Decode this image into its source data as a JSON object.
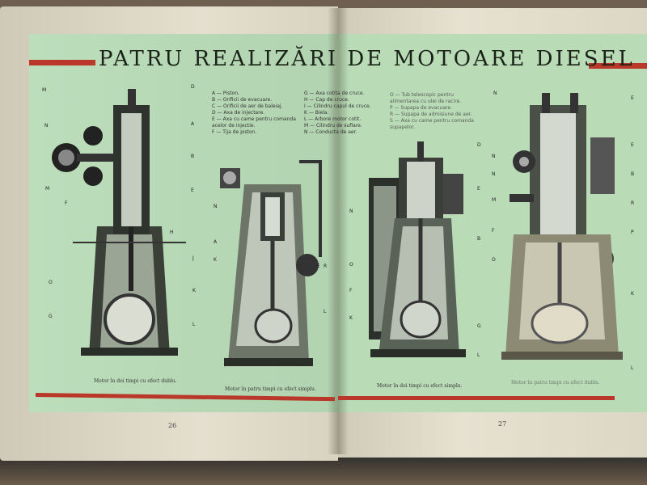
{
  "title": "PATRU REALIZĂRI DE MOTOARE DIESEL",
  "legend_col1": [
    "A — Piston.",
    "B — Orificii de evacuare.",
    "C — Orificii de aer de baleiaj.",
    "D — Axa de injectare.",
    "E — Axa cu came pentru comanda acelor de injectie.",
    "F — Tija de piston."
  ],
  "legend_col2": [
    "G — Axa cotita de cruce.",
    "H — Cap de cruce.",
    "I — Cilindru capul de cruce.",
    "K — Biela.",
    "L — Arbore motor cotit.",
    "M — Cilindru de suflare.",
    "N — Conducta de aer."
  ],
  "legend_col3": [
    "O — Tub telescopic pentru alimentarea cu ulei de racire.",
    "P — Supapa de evacuare.",
    "R — Supapa de admisiune de aer.",
    "S — Axa cu came pentru comanda supapelor."
  ],
  "captions": [
    "Motor în doi timpi cu efect dublu.",
    "Motor în patru timpi cu efect simplu.",
    "Motor în doi timpi cu efect simplu.",
    "Motor în patru timpi cu efect dublu."
  ],
  "page_numbers": [
    "26",
    "27"
  ],
  "engine1_labels": [
    "M",
    "D",
    "N",
    "A",
    "B",
    "M",
    "E",
    "F",
    "H",
    "J",
    "O",
    "K",
    "G",
    "L"
  ],
  "engine2_labels": [
    "N",
    "A",
    "K",
    "E",
    "R",
    "L"
  ],
  "engine3_labels": [
    "D",
    "N",
    "E",
    "B",
    "O",
    "F",
    "K",
    "G",
    "L"
  ],
  "engine4_labels": [
    "N",
    "E",
    "N",
    "N",
    "M",
    "E",
    "B",
    "R",
    "P",
    "F",
    "O",
    "K",
    "L"
  ],
  "colors": {
    "plate": "#b9dcb7",
    "rule": "#b9382a",
    "page": "#e4dfce"
  }
}
